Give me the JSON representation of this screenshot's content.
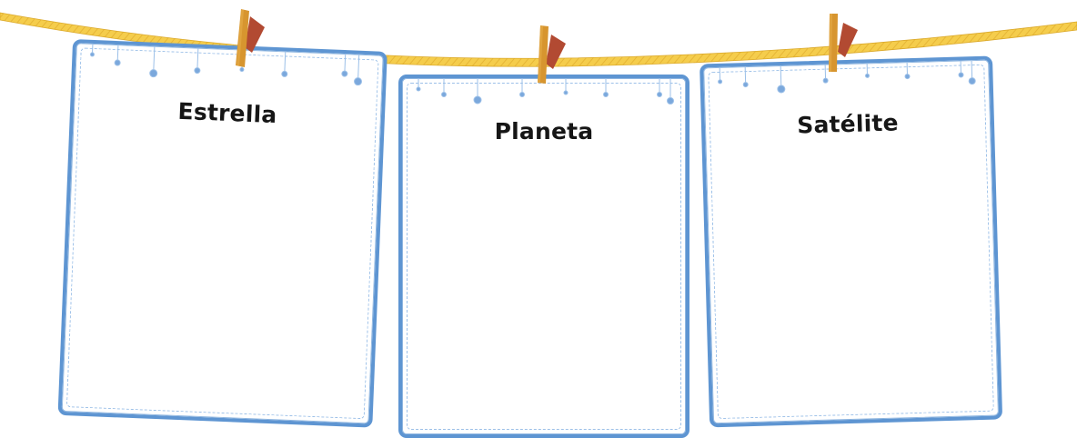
{
  "cards": [
    {
      "title": "Estrella"
    },
    {
      "title": "Planeta"
    },
    {
      "title": "Satélite"
    }
  ],
  "colors": {
    "rope": "#f5cd4c",
    "rope_dark": "#dba92b",
    "card_border": "#5e95d2",
    "card_dots": "#7ba8dc",
    "pin_front": "#d7952f",
    "pin_back": "#b24a32",
    "title_text": "#161616"
  },
  "icons": [
    "clothespin-icon",
    "hanging-dots-decoration"
  ]
}
